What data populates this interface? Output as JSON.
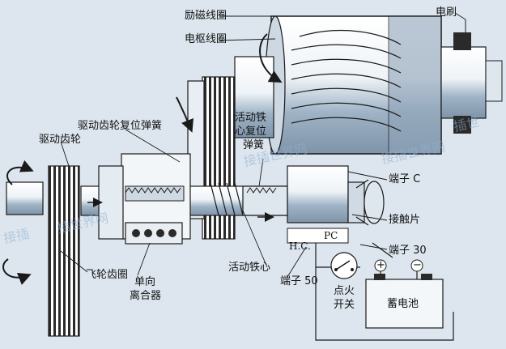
{
  "labels": {
    "field_coil": "励磁线圈",
    "armature_coil": "电枢线圈",
    "brush": "电刷",
    "drive_gear_return_spring": "驱动齿轮复位弹簧",
    "drive_gear": "驱动齿轮",
    "plunger_return_spring_line1": "活动铁",
    "plunger_return_spring_line2": "心复位",
    "plunger_return_spring_line3": "弹簧",
    "terminal_c": "端子 C",
    "contact_plate": "接触片",
    "hc": "H.C.",
    "pc": "PC",
    "terminal_30": "端子 30",
    "flywheel_ring_gear": "飞轮齿圈",
    "plunger": "活动铁心",
    "one_way_clutch_line1": "单向",
    "one_way_clutch_line2": "离合器",
    "terminal_50": "端子 50",
    "ignition_switch_line1": "点火",
    "ignition_switch_line2": "开关",
    "battery": "蓄电池",
    "plus_sign": "+",
    "minus_sign": "−"
  },
  "watermark": {
    "text_main": "接插世界网",
    "text_tail": "插世界网",
    "text_left": "接插",
    "text_right": "插世"
  },
  "colors": {
    "background": "#dde6ee",
    "line": "#1a1a1a",
    "metal_light": "#ffffff",
    "metal_shade": "#8fa3b8",
    "watermark": "#8fb1d3"
  }
}
